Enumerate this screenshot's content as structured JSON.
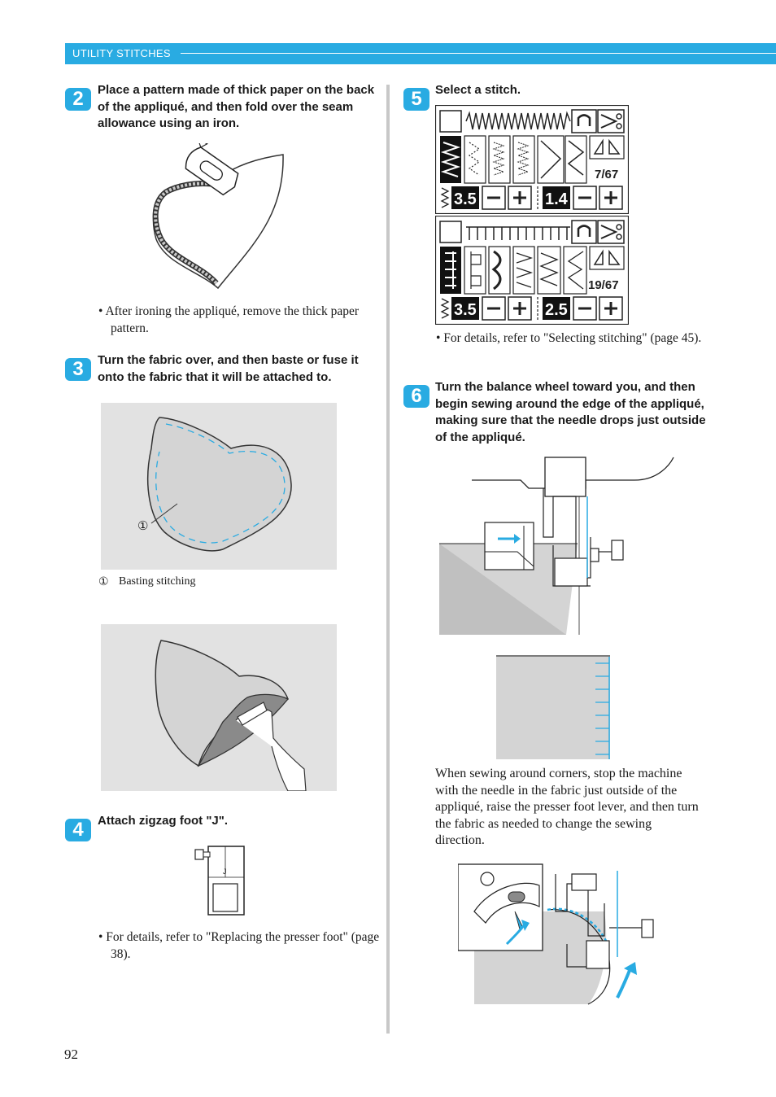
{
  "header": {
    "title": "UTILITY STITCHES"
  },
  "page_number": "92",
  "steps": [
    {
      "number": "2",
      "text": "Place a pattern made of thick paper on the back of the appliqué, and then fold over the seam allowance using an iron."
    },
    {
      "number": "3",
      "text": "Turn the fabric over, and then baste or fuse it onto the fabric that it will be attached to."
    },
    {
      "number": "4",
      "text": "Attach zigzag foot \"J\"."
    },
    {
      "number": "5",
      "text": "Select a stitch."
    },
    {
      "number": "6",
      "text": "Turn the balance wheel toward you, and then begin sewing around the edge of the appliqué, making sure that the needle drops just outside of the appliqué."
    }
  ],
  "notes": {
    "after_ironing": "• After ironing the appliqué, remove the thick paper pattern.",
    "presser_foot": "• For details, refer to \"Replacing the presser foot\" (page 38).",
    "selecting_stitching": "• For details, refer to \"Selecting stitching\" (page 45)."
  },
  "callouts": {
    "marker": "①",
    "label": "Basting stitching"
  },
  "corners_text": "When sewing around corners, stop the machine with the needle in the fabric just outside of the appliqué, raise the presser foot lever, and then turn the fabric as needed to change the sewing direction.",
  "lcd_screens": [
    {
      "page": "7/67",
      "width_value": "3.5",
      "length_value": "1.4"
    },
    {
      "page": "19/67",
      "width_value": "3.5",
      "length_value": "2.5"
    }
  ],
  "foot_letter": "J",
  "colors": {
    "accent": "#29abe2",
    "fabric_gray": "#d4d4d4",
    "panel_gray": "#e2e2e2",
    "dark_gray": "#8a8a8a"
  }
}
